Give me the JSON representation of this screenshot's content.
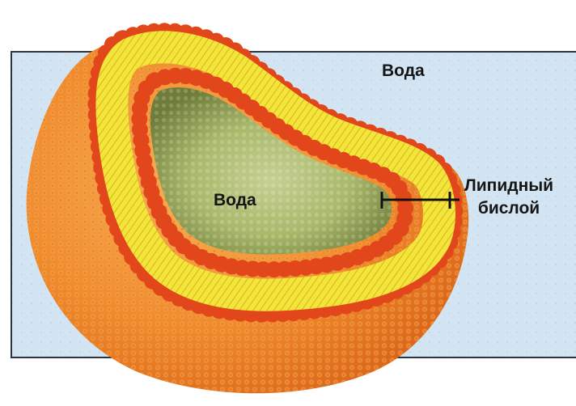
{
  "labels": {
    "water_outer": "Вода",
    "water_inner": "Вода",
    "bilayer_line1": "Липидный",
    "bilayer_line2": "бислой"
  },
  "colors": {
    "water_band": "#d3e5f2",
    "water_band_border": "#2b3440",
    "head_group": "#e2471c",
    "head_group_dark": "#a82a0e",
    "tail_layer": "#f2e63a",
    "tail_line": "#d9a21a",
    "vesicle_body": "#f08a30",
    "inner_water": "#a9b96a",
    "marker_line": "#111111"
  },
  "icons": {
    "vesicle": "liposome-cross-section",
    "marker": "bilayer-thickness-bracket"
  }
}
